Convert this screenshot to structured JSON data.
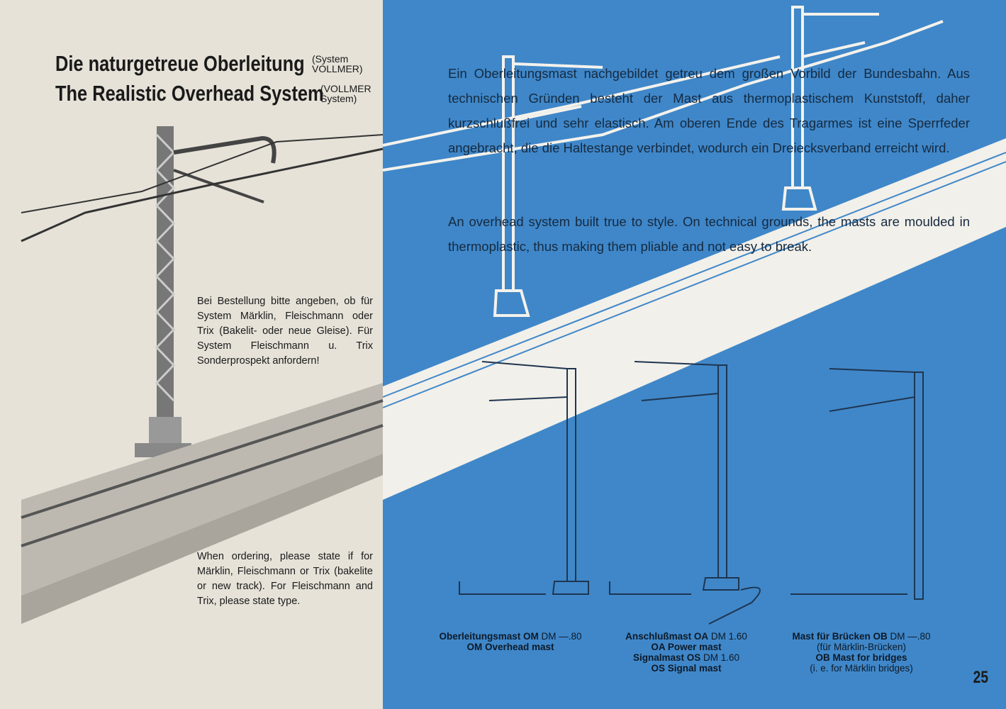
{
  "title_de": "Die naturgetreue Oberleitung",
  "title_de_note": [
    "(System",
    "VOLLMER)"
  ],
  "title_en": "The Realistic Overhead System",
  "title_en_note": [
    "(VOLLMER",
    "System)"
  ],
  "body_de": "Ein Oberleitungsmast nachgebildet getreu dem großen Vorbild der Bundesbahn. Aus technischen Gründen besteht der Mast aus thermoplastischem Kunststoff, daher kurzschlußfrei und sehr elastisch. Am oberen Ende des Tragarmes ist eine Sperrfeder angebracht, die die Haltestange verbindet, wodurch ein Dreiecksverband erreicht wird.",
  "body_en": "An overhead system built true to style. On technical grounds, the masts are moulded in thermoplastic, thus making them pliable and not easy to break.",
  "note_de": "Bei Bestellung bitte angeben, ob für System Märklin, Fleischmann oder Trix (Bakelit- oder neue Gleise). Für System Fleischmann u. Trix Sonderprospekt anfordern!",
  "note_en": "When ordering, please state if for Märklin, Fleischmann or Trix (bakelite or new track). For Fleischmann and Trix, please state type.",
  "captions": [
    {
      "name": "Oberleitungsmast OM",
      "price": "DM —.80",
      "lines": [
        "OM Overhead mast"
      ]
    },
    {
      "name": "Anschlußmast OA",
      "price": "DM 1.60",
      "lines": [
        "OA Power mast"
      ],
      "name2": "Signalmast OS",
      "price2": "DM 1.60",
      "lines2": [
        "OS Signal mast"
      ]
    },
    {
      "name": "Mast für Brücken OB",
      "price": "DM —.80",
      "lines": [
        "(für Märklin-Brücken)",
        "OB Mast for bridges",
        "(i. e. for Märklin bridges)"
      ]
    }
  ],
  "page_number": "25",
  "colors": {
    "blue": "#3f87c9",
    "paper": "#e6e2d8"
  }
}
